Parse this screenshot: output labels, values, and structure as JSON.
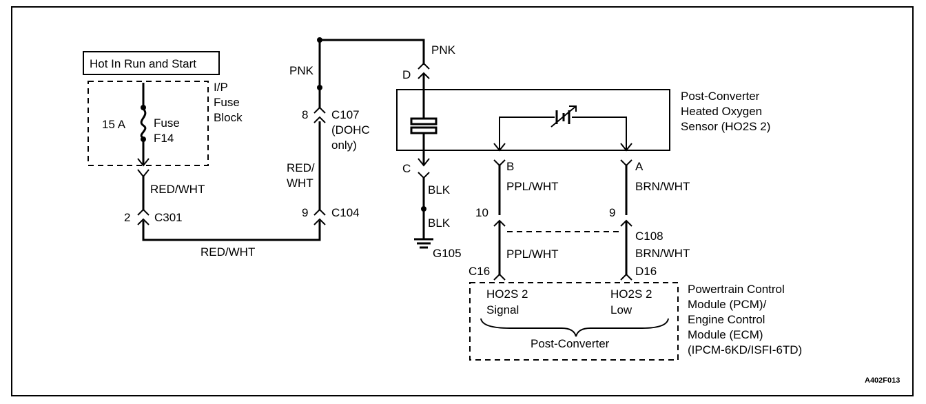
{
  "power_box": {
    "label": "Hot In Run and Start"
  },
  "fuse_block": {
    "label_line1": "I/P",
    "label_line2": "Fuse",
    "label_line3": "Block"
  },
  "fuse": {
    "rating": "15 A",
    "name_line1": "Fuse",
    "name_line2": "F14"
  },
  "wires": {
    "red_wht_1": "RED/WHT",
    "red_wht_2": "RED/WHT",
    "red_wht_3_line1": "RED/",
    "red_wht_3_line2": "WHT",
    "pnk_left": "PNK",
    "pnk_right": "PNK",
    "blk_1": "BLK",
    "blk_2": "BLK",
    "ppl_wht_1": "PPL/WHT",
    "ppl_wht_2": "PPL/WHT",
    "brn_wht_1": "BRN/WHT",
    "brn_wht_2": "BRN/WHT"
  },
  "connectors": {
    "c301_pin": "2",
    "c301_name": "C301",
    "c104_pin": "9",
    "c104_name": "C104",
    "c107_pin": "8",
    "c107_name": "C107",
    "c107_note_line1": "(DOHC",
    "c107_note_line2": "only)",
    "pin_d": "D",
    "pin_c": "C",
    "pin_b": "B",
    "pin_a": "A",
    "c108_pin_left": "10",
    "c108_pin_right": "9",
    "c108_name": "C108",
    "pcm_pin_left": "C16",
    "pcm_pin_right": "D16"
  },
  "ground": {
    "name": "G105"
  },
  "sensor": {
    "label_line1": "Post-Converter",
    "label_line2": "Heated Oxygen",
    "label_line3": "Sensor (HO2S 2)"
  },
  "pcm": {
    "signal_line1": "HO2S 2",
    "signal_line2": "Signal",
    "low_line1": "HO2S 2",
    "low_line2": "Low",
    "group_label": "Post-Converter",
    "label_line1": "Powertrain Control",
    "label_line2": "Module (PCM)/",
    "label_line3": "Engine Control",
    "label_line4": "Module (ECM)",
    "label_line5": "(IPCM-6KD/ISFI-6TD)"
  },
  "figure_code": "A402F013"
}
